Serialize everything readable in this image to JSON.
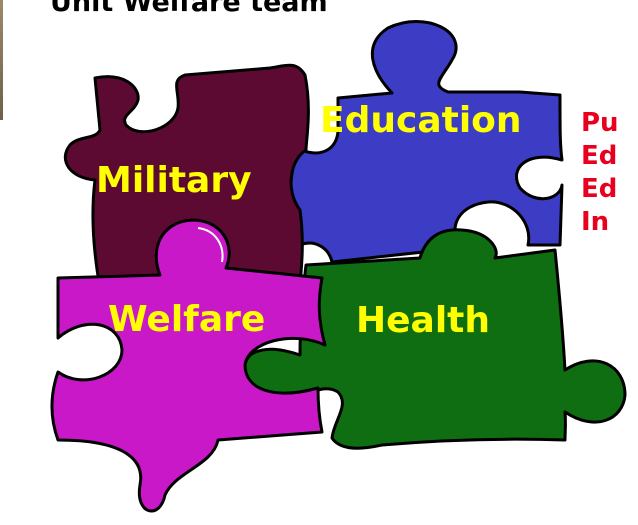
{
  "header_text": "Unit Welfare team",
  "pieces": {
    "education": {
      "label": "Education",
      "color": "#3c3cc4"
    },
    "military": {
      "label": "Military",
      "color": "#5c0a32"
    },
    "welfare": {
      "label": "Welfare",
      "color": "#c818c8"
    },
    "health": {
      "label": "Health",
      "color": "#0f6e12"
    }
  },
  "label_color": "#ffff00",
  "side_text_color": "#e8001e",
  "side_text": [
    "Pu",
    "Ed",
    "Ed",
    "In"
  ]
}
